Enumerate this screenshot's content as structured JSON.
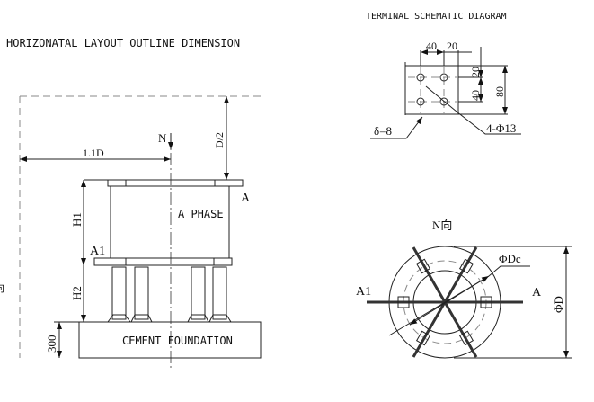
{
  "left_view": {
    "title": "HORIZONATAL LAYOUT OUTLINE DIMENSION",
    "north_label": "N",
    "dim_width": "1.1D",
    "dim_half_diameter": "D/2",
    "terminal_a": "A",
    "terminal_a1": "A1",
    "phase_label": "A PHASE",
    "dim_h1": "H1",
    "dim_h2": "H2",
    "dim_foundation": "300",
    "foundation_label": "CEMENT FOUNDATION",
    "side_label": "向"
  },
  "terminal_view": {
    "title": "TERMINAL SCHEMATIC DIAGRAM",
    "dim_40_h": "40",
    "dim_20_h": "20",
    "dim_20_v": "20",
    "dim_40_v": "40",
    "dim_80": "80",
    "thickness": "δ=8",
    "holes": "4-Φ13"
  },
  "top_view": {
    "title": "N向",
    "terminal_a1": "A1",
    "terminal_a": "A",
    "dim_dc": "ΦDc",
    "dim_d": "ΦD"
  }
}
